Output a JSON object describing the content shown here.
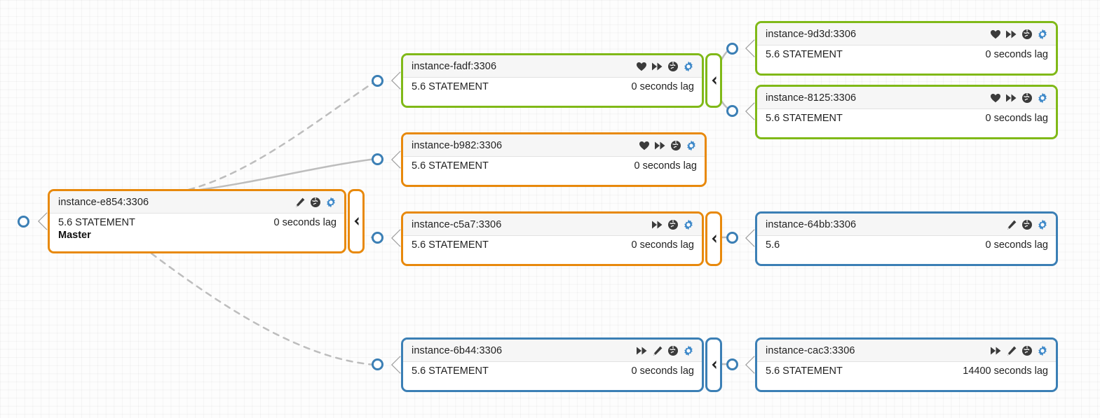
{
  "diagram": {
    "type": "mysql-replication-topology",
    "colors": {
      "orange": "#e8890c",
      "green": "#80b918",
      "blue": "#3b7fb5",
      "gear": "#3b87c8",
      "icon_dark": "#3b3b3b",
      "header_bg": "#f6f6f6",
      "canvas_bg": "#fdfdfd"
    },
    "nodes": [
      {
        "id": "e854",
        "title": "instance-e854:3306",
        "version": "5.6 STATEMENT",
        "role": "Master",
        "lag": "0 seconds lag",
        "color": "orange",
        "icons": [
          "pencil-icon",
          "globe-icon",
          "gear-icon"
        ],
        "has_collapse_tab": true,
        "collapse_glyph": "chevron-left-icon"
      },
      {
        "id": "fadf",
        "title": "instance-fadf:3306",
        "version": "5.6 STATEMENT",
        "role": "",
        "lag": "0 seconds lag",
        "color": "green",
        "icons": [
          "heart-icon",
          "fast-forward-icon",
          "globe-icon",
          "gear-icon"
        ],
        "has_collapse_tab": true,
        "collapse_glyph": "chevron-left-icon"
      },
      {
        "id": "9d3d",
        "title": "instance-9d3d:3306",
        "version": "5.6 STATEMENT",
        "role": "",
        "lag": "0 seconds lag",
        "color": "green",
        "icons": [
          "heart-icon",
          "fast-forward-icon",
          "globe-icon",
          "gear-icon"
        ],
        "has_collapse_tab": false,
        "collapse_glyph": ""
      },
      {
        "id": "8125",
        "title": "instance-8125:3306",
        "version": "5.6 STATEMENT",
        "role": "",
        "lag": "0 seconds lag",
        "color": "green",
        "icons": [
          "heart-icon",
          "fast-forward-icon",
          "globe-icon",
          "gear-icon"
        ],
        "has_collapse_tab": false,
        "collapse_glyph": ""
      },
      {
        "id": "b982",
        "title": "instance-b982:3306",
        "version": "5.6 STATEMENT",
        "role": "",
        "lag": "0 seconds lag",
        "color": "orange",
        "icons": [
          "heart-icon",
          "fast-forward-icon",
          "globe-icon",
          "gear-icon"
        ],
        "has_collapse_tab": false,
        "collapse_glyph": ""
      },
      {
        "id": "c5a7",
        "title": "instance-c5a7:3306",
        "version": "5.6 STATEMENT",
        "role": "",
        "lag": "0 seconds lag",
        "color": "orange",
        "icons": [
          "fast-forward-icon",
          "globe-icon",
          "gear-icon"
        ],
        "has_collapse_tab": true,
        "collapse_glyph": "chevron-left-icon"
      },
      {
        "id": "64bb",
        "title": "instance-64bb:3306",
        "version": "5.6",
        "role": "",
        "lag": "0 seconds lag",
        "color": "blue",
        "icons": [
          "pencil-icon",
          "globe-icon",
          "gear-icon"
        ],
        "has_collapse_tab": false,
        "collapse_glyph": ""
      },
      {
        "id": "6b44",
        "title": "instance-6b44:3306",
        "version": "5.6 STATEMENT",
        "role": "",
        "lag": "0 seconds lag",
        "color": "blue",
        "icons": [
          "fast-forward-icon",
          "pencil-icon",
          "globe-icon",
          "gear-icon"
        ],
        "has_collapse_tab": true,
        "collapse_glyph": "chevron-left-icon"
      },
      {
        "id": "cac3",
        "title": "instance-cac3:3306",
        "version": "5.6 STATEMENT",
        "role": "",
        "lag": "14400 seconds lag",
        "color": "blue",
        "icons": [
          "fast-forward-icon",
          "pencil-icon",
          "globe-icon",
          "gear-icon"
        ],
        "has_collapse_tab": false,
        "collapse_glyph": ""
      }
    ],
    "edges": [
      {
        "from": "e854",
        "to": "fadf",
        "style": "dashed"
      },
      {
        "from": "e854",
        "to": "b982",
        "style": "solid"
      },
      {
        "from": "e854",
        "to": "c5a7",
        "style": "solid"
      },
      {
        "from": "e854",
        "to": "6b44",
        "style": "dashed"
      },
      {
        "from": "fadf",
        "to": "9d3d",
        "style": "solid"
      },
      {
        "from": "fadf",
        "to": "8125",
        "style": "solid"
      },
      {
        "from": "c5a7",
        "to": "64bb",
        "style": "solid"
      },
      {
        "from": "6b44",
        "to": "cac3",
        "style": "solid"
      }
    ]
  }
}
